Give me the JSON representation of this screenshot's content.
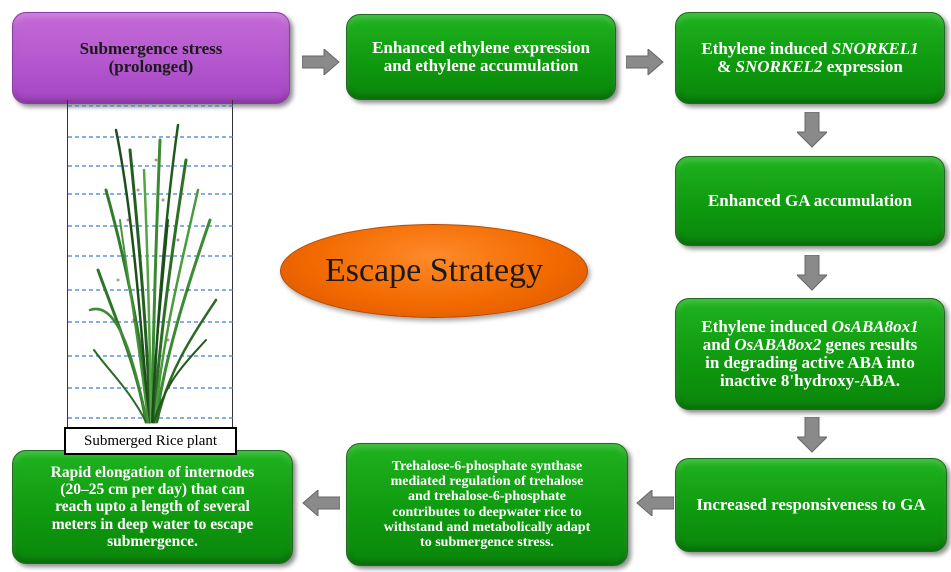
{
  "nodes": {
    "submergence": {
      "line1": "Submergence stress",
      "line2": "(prolonged)"
    },
    "ethylene_expression": {
      "line1": "Enhanced ethylene expression",
      "line2": "and ethylene accumulation"
    },
    "snorkel": {
      "prefix": "Ethylene induced ",
      "gene1": "SNORKEL1",
      "mid": " & ",
      "gene2": "SNORKEL2",
      "suffix": " expression"
    },
    "ga_accumulation": {
      "text": "Enhanced GA accumulation"
    },
    "osaba": {
      "prefix": "Ethylene induced ",
      "gene1": "OsABA8ox1",
      "and": "and ",
      "gene2": "OsABA8ox2",
      "suffix": " genes results",
      "line3": "in degrading active ABA into",
      "line4": "inactive 8'hydroxy-ABA."
    },
    "responsiveness": {
      "text": "Increased responsiveness to GA"
    },
    "trehalose": {
      "line1": "Trehalose-6-phosphate synthase",
      "line2": "mediated regulation of trehalose",
      "line3": "and trehalose-6-phosphate",
      "line4": "contributes to deepwater rice to",
      "line5": "withstand and metabolically adapt",
      "line6": "to submergence stress."
    },
    "elongation": {
      "line1": "Rapid elongation of internodes",
      "line2": "(20–25 cm per day) that can",
      "line3": "reach upto a length of several",
      "line4": "meters in deep water to escape",
      "line5": "submergence."
    }
  },
  "center_label": "Escape Strategy",
  "plant_caption": "Submerged  Rice plant",
  "colors": {
    "box_green": "#109e10",
    "box_purple": "#b457cf",
    "arrow_gray": "#808080",
    "ellipse_orange": "#f26a00",
    "water_line": "#3a7fd5"
  }
}
